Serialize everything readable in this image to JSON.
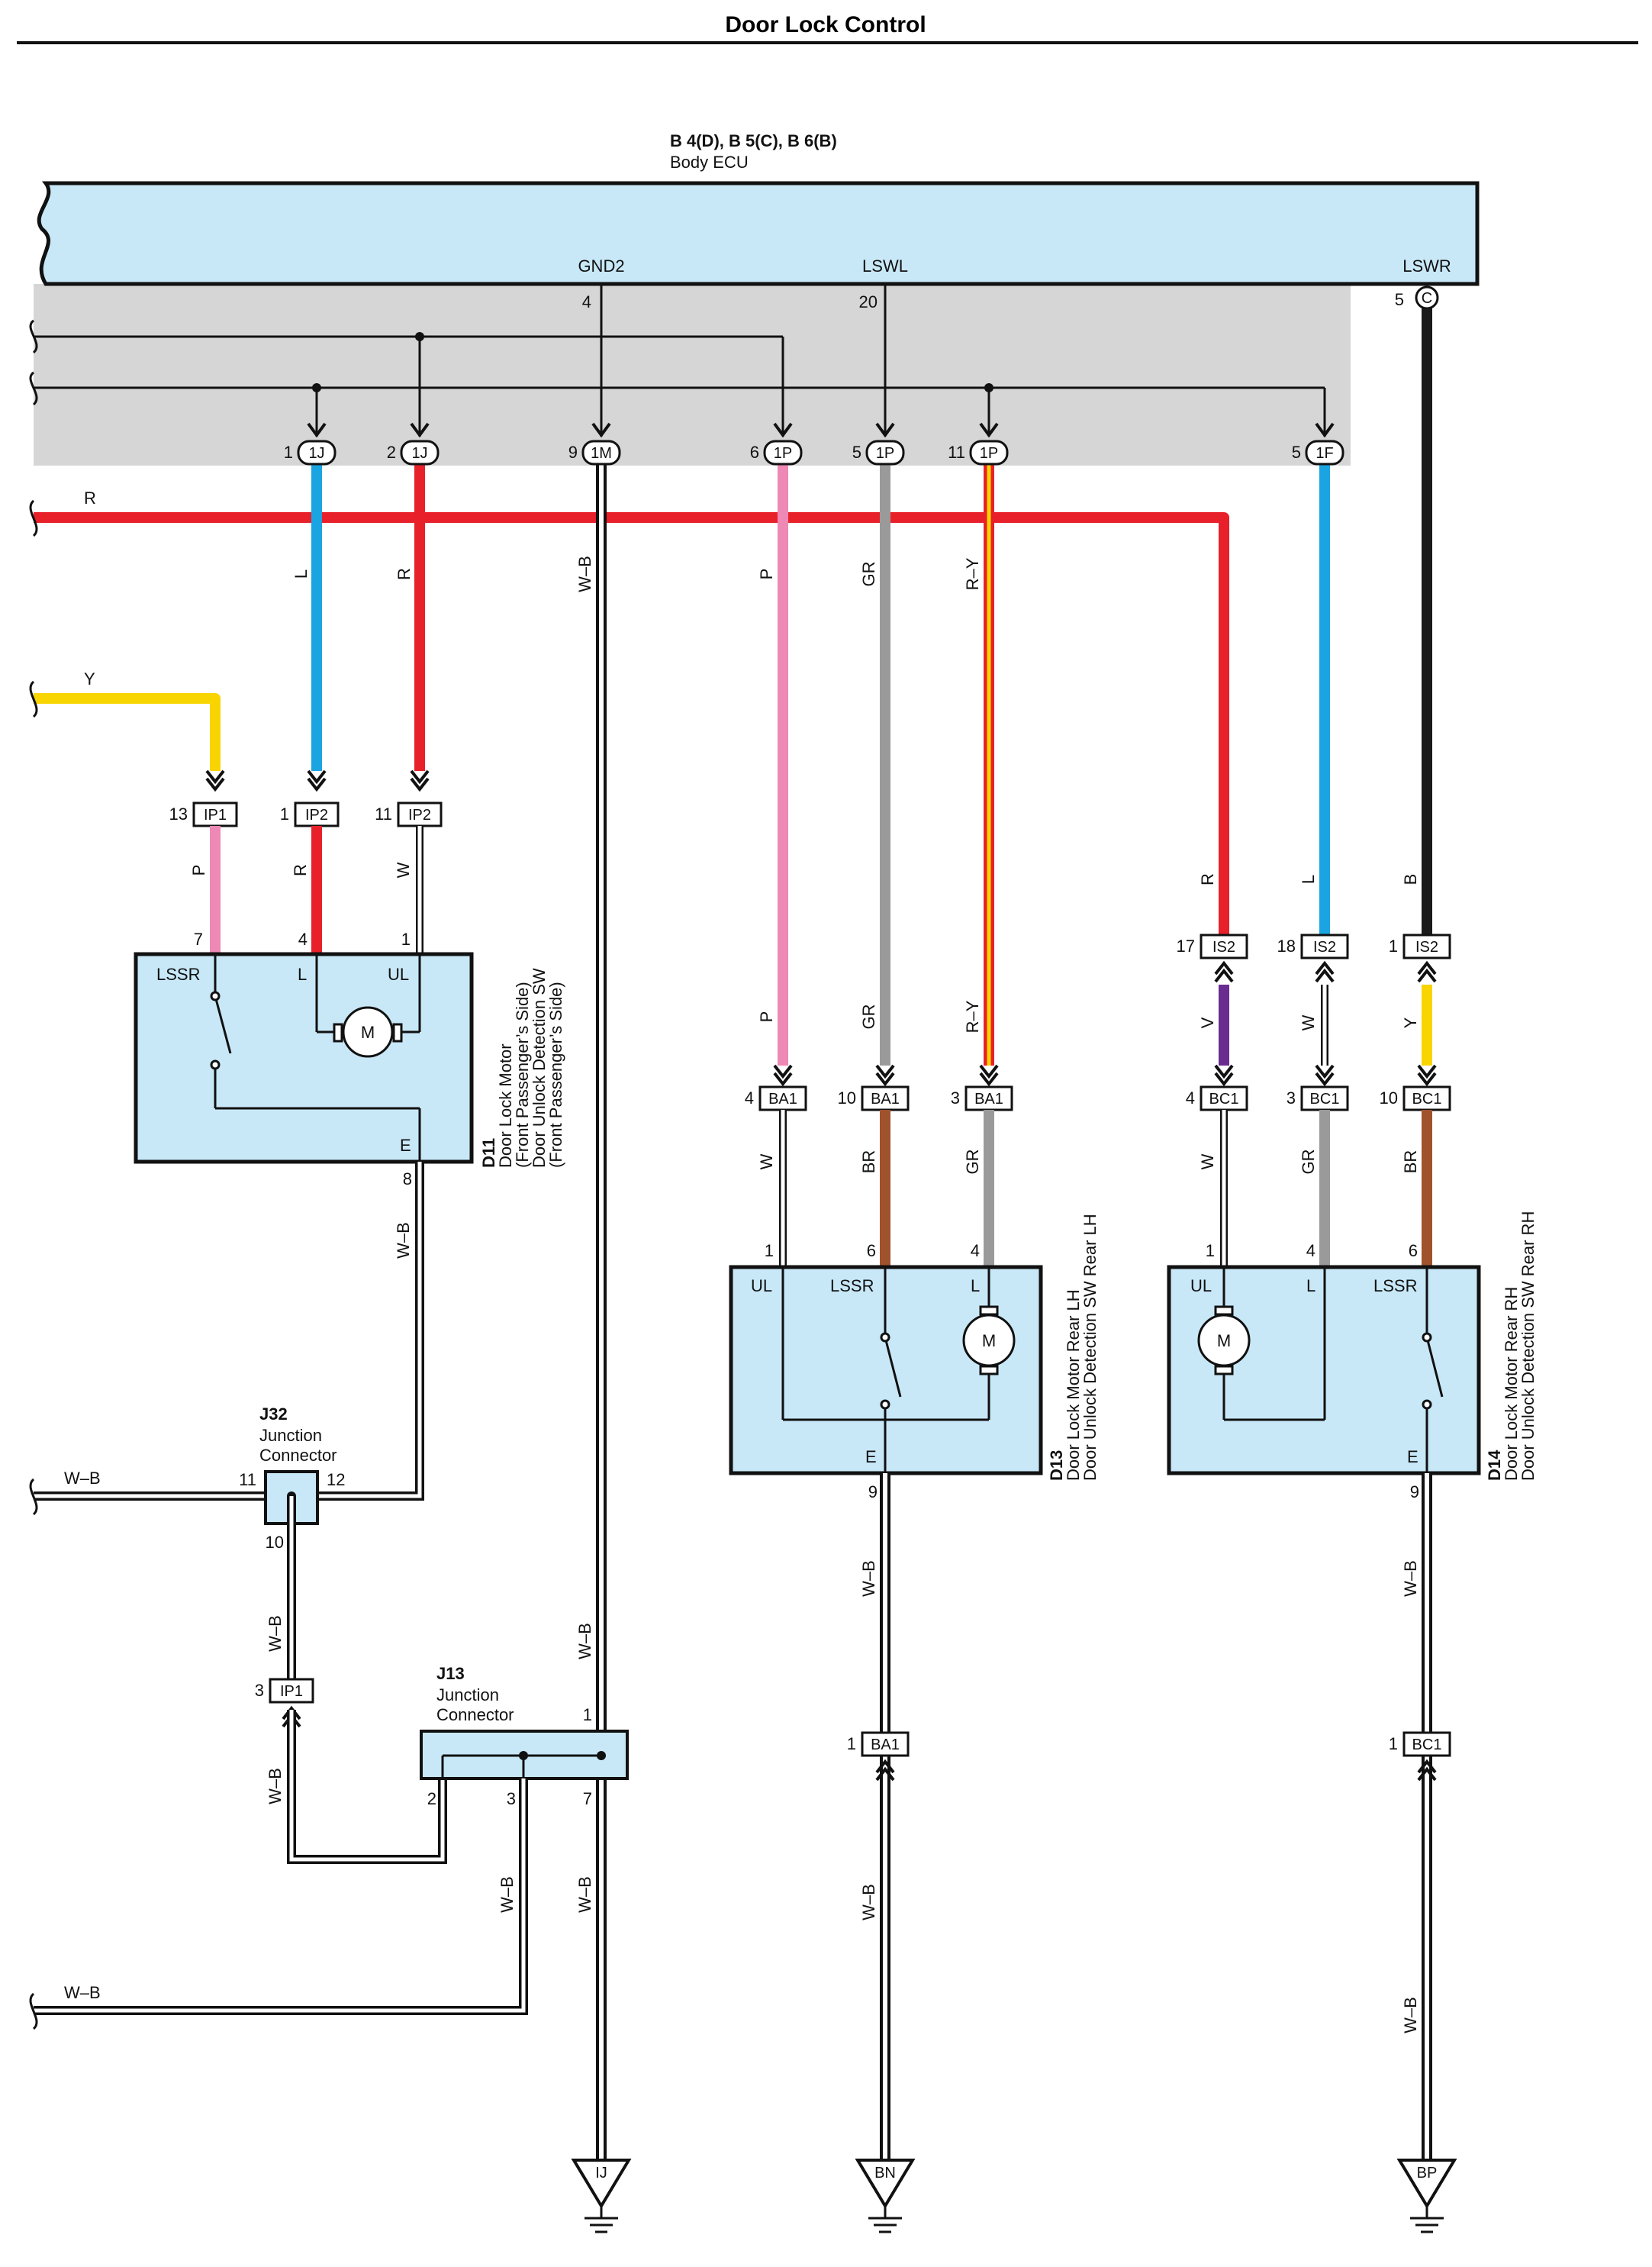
{
  "title": "Door Lock Control",
  "ecu": {
    "ref": "B 4(D), B 5(C), B 6(B)",
    "name": "Body ECU",
    "terminals": {
      "gnd2": "GND2",
      "lswl": "LSWL",
      "lswr": "LSWR"
    },
    "pins": {
      "gnd2": "4",
      "lswl": "20",
      "lswr": "5",
      "lswr_conn": "C"
    }
  },
  "inline_connectors": [
    {
      "pin": "1",
      "name": "1J"
    },
    {
      "pin": "2",
      "name": "1J"
    },
    {
      "pin": "9",
      "name": "1M"
    },
    {
      "pin": "6",
      "name": "1P"
    },
    {
      "pin": "5",
      "name": "1P"
    },
    {
      "pin": "11",
      "name": "1P"
    },
    {
      "pin": "5",
      "name": "1F"
    }
  ],
  "wire_colors": {
    "R": "#e8202a",
    "L": "#1aa4e2",
    "Y": "#f8d400",
    "P": "#ee88b4",
    "GR": "#9a9a9a",
    "B": "#1a1a1a",
    "BR": "#a0522d",
    "V": "#6b2c91",
    "W": "#ffffff",
    "WB": "#ffffff"
  },
  "wire_labels": {
    "r_bus": "R",
    "y_bus": "Y",
    "l": "L",
    "r": "R",
    "wb": "W–B",
    "p": "P",
    "gr": "GR",
    "ry": "R–Y",
    "w": "W",
    "br": "BR",
    "v": "V",
    "b": "B",
    "y": "Y"
  },
  "ip_connectors": {
    "ip1_13": {
      "pin": "13",
      "name": "IP1"
    },
    "ip2_1": {
      "pin": "1",
      "name": "IP2"
    },
    "ip2_11": {
      "pin": "11",
      "name": "IP2"
    },
    "ip1_3": {
      "pin": "3",
      "name": "IP1"
    }
  },
  "d11": {
    "id": "D11",
    "desc1": "Door Lock Motor",
    "desc2": "(Front Passenger’s Side)",
    "desc3": "Door Unlock Detection SW",
    "desc4": "(Front Passenger’s Side)",
    "terms": {
      "lssr": "LSSR",
      "l": "L",
      "ul": "UL",
      "e": "E"
    },
    "pins": {
      "lssr": "7",
      "l": "4",
      "ul": "1",
      "e": "8"
    },
    "motor": "M"
  },
  "d13": {
    "id": "D13",
    "desc1": "Door Lock Motor Rear LH",
    "desc2": "Door Unlock Detection SW Rear LH",
    "terms": {
      "ul": "UL",
      "lssr": "LSSR",
      "l": "L",
      "e": "E"
    },
    "pins": {
      "ul": "1",
      "lssr": "6",
      "l": "4",
      "e": "9"
    },
    "motor": "M"
  },
  "d14": {
    "id": "D14",
    "desc1": "Door Lock Motor Rear RH",
    "desc2": "Door Unlock Detection SW Rear RH",
    "terms": {
      "ul": "UL",
      "l": "L",
      "lssr": "LSSR",
      "e": "E"
    },
    "pins": {
      "ul": "1",
      "l": "4",
      "lssr": "6",
      "e": "9"
    },
    "motor": "M"
  },
  "ba1": [
    {
      "pin": "4",
      "name": "BA1"
    },
    {
      "pin": "10",
      "name": "BA1"
    },
    {
      "pin": "3",
      "name": "BA1"
    },
    {
      "pin": "1",
      "name": "BA1"
    }
  ],
  "bc1": [
    {
      "pin": "4",
      "name": "BC1"
    },
    {
      "pin": "3",
      "name": "BC1"
    },
    {
      "pin": "10",
      "name": "BC1"
    },
    {
      "pin": "1",
      "name": "BC1"
    }
  ],
  "is2": [
    {
      "pin": "17",
      "name": "IS2"
    },
    {
      "pin": "18",
      "name": "IS2"
    },
    {
      "pin": "1",
      "name": "IS2"
    }
  ],
  "j32": {
    "id": "J32",
    "line1": "Junction",
    "line2": "Connector",
    "pins": {
      "p11": "11",
      "p12": "12",
      "p10": "10"
    }
  },
  "j13": {
    "id": "J13",
    "line1": "Junction",
    "line2": "Connector",
    "pins": {
      "p1": "1",
      "p2": "2",
      "p3": "3",
      "p7": "7"
    }
  },
  "grounds": {
    "ij": "IJ",
    "bn": "BN",
    "bp": "BP"
  }
}
